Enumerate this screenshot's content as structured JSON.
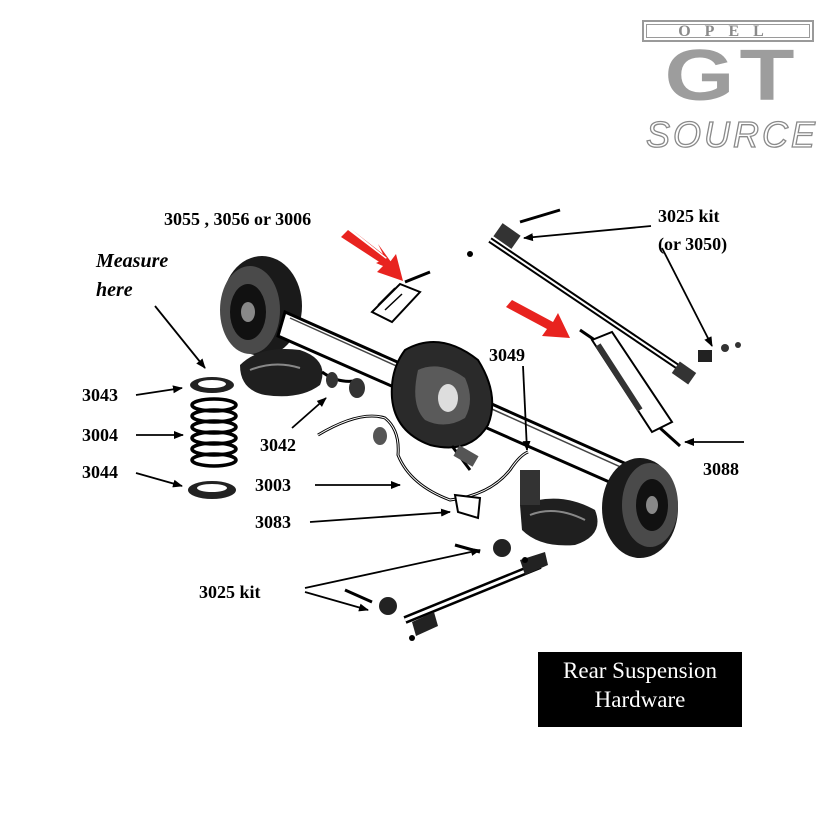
{
  "logo": {
    "top": "OPEL",
    "middle": "GT",
    "bottom": "SOURCE"
  },
  "labels": {
    "part_3055": "3055 , 3056 or 3006",
    "part_3025_top": "3025 kit",
    "part_3025_top_alt": "(or 3050)",
    "measure_line1": "Measure",
    "measure_line2": "here",
    "part_3049": "3049",
    "part_3043": "3043",
    "part_3004": "3004",
    "part_3044": "3044",
    "part_3042": "3042",
    "part_3003": "3003",
    "part_3083": "3083",
    "part_3088": "3088",
    "part_3025_bottom": "3025 kit"
  },
  "caption": {
    "line1": "Rear Suspension",
    "line2": "Hardware"
  },
  "colors": {
    "highlight_arrow": "#e8231f",
    "caption_bg": "#000000",
    "logo_gray": "#9d9d9d"
  }
}
